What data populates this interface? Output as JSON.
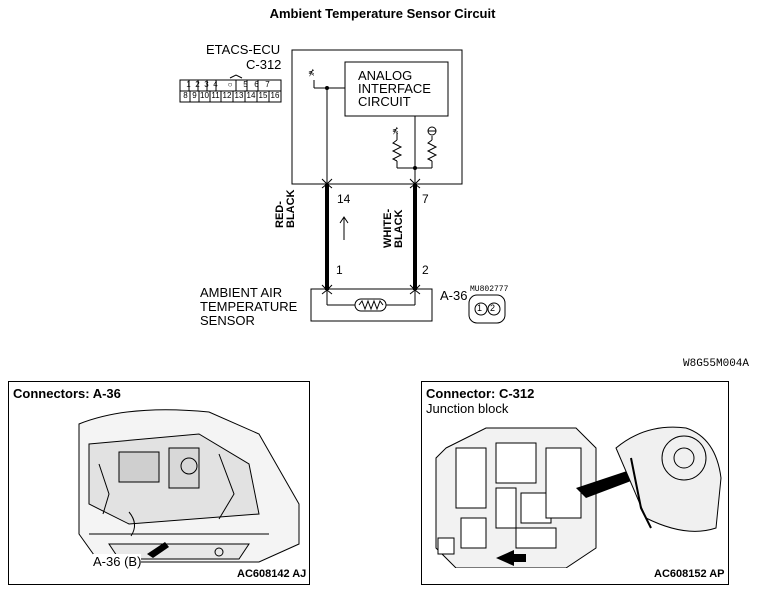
{
  "title": "Ambient Temperature Sensor Circuit",
  "ecu": {
    "name": "ETACS-ECU",
    "connector": "C-312",
    "connector_pins_top": [
      "1",
      "2",
      "3",
      "4",
      "",
      "5",
      "6",
      "7"
    ],
    "connector_pins_bottom": [
      "8",
      "9",
      "10",
      "11",
      "12",
      "13",
      "14",
      "15",
      "16"
    ],
    "block_label": "ANALOG INTERFACE CIRCUIT",
    "block_lines": [
      "ANALOG",
      "INTERFACE",
      "CIRCUIT"
    ]
  },
  "wires": [
    {
      "ecu_pin": "14",
      "sensor_pin": "1",
      "color_top": "RED-",
      "color_bottom": "BLACK"
    },
    {
      "ecu_pin": "7",
      "sensor_pin": "2",
      "color_top": "WHITE-",
      "color_bottom": "BLACK"
    }
  ],
  "sensor": {
    "lines": [
      "AMBIENT AIR",
      "TEMPERATURE",
      "SENSOR"
    ],
    "connector": "A-36",
    "part_number": "MU802777",
    "pins": [
      "1",
      "2"
    ]
  },
  "figure_code": "W8G55M004A",
  "panels": [
    {
      "title": "Connectors: A-36",
      "subtitle": "",
      "callout": "A-36 (B)",
      "code": "AC608142 AJ"
    },
    {
      "title": "Connector: C-312",
      "subtitle": "Junction block",
      "callout": "",
      "code": "AC608152 AP"
    }
  ]
}
